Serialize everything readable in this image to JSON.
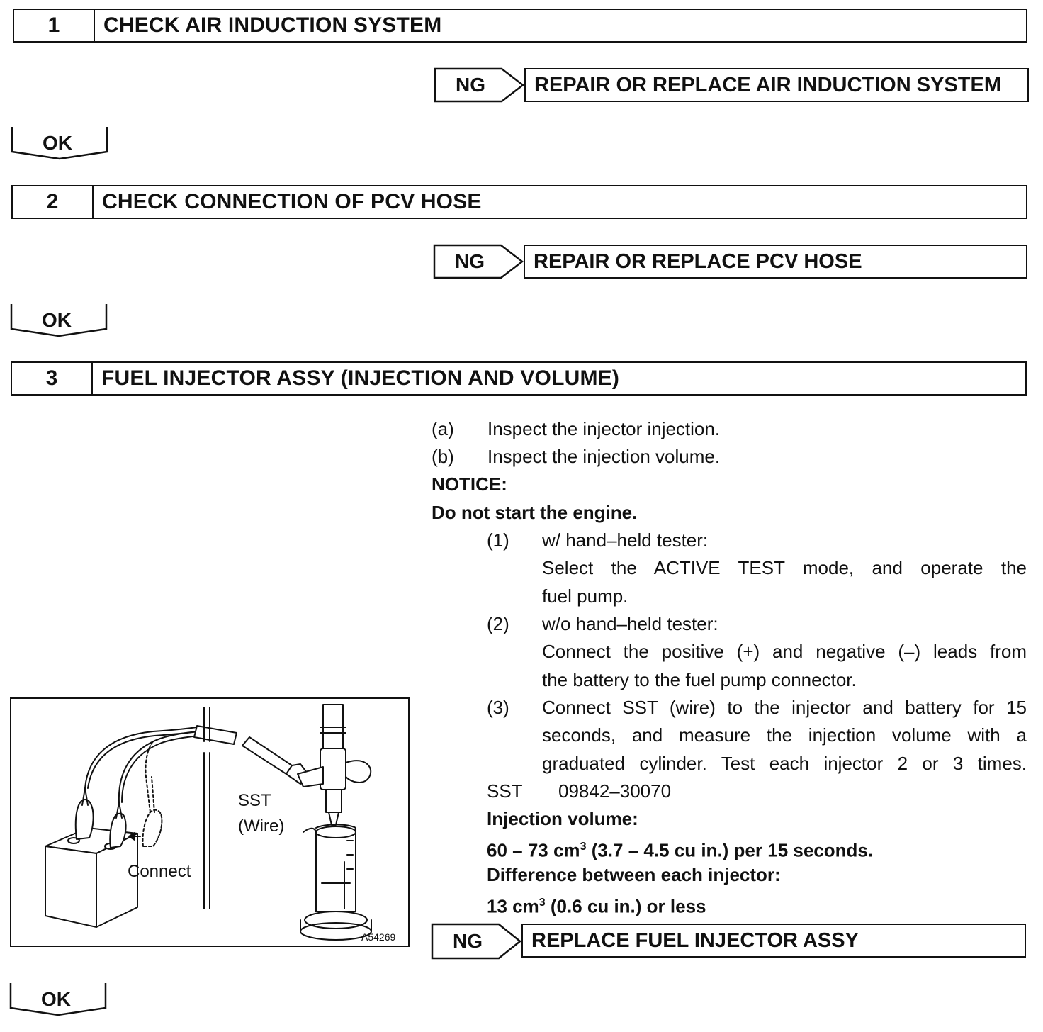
{
  "steps": [
    {
      "number": "1",
      "title": "CHECK AIR INDUCTION SYSTEM",
      "ng_label": "NG",
      "ng_action": "REPAIR OR REPLACE AIR INDUCTION SYSTEM",
      "ok_label": "OK"
    },
    {
      "number": "2",
      "title": "CHECK CONNECTION OF PCV HOSE",
      "ng_label": "NG",
      "ng_action": "REPAIR OR REPLACE PCV HOSE",
      "ok_label": "OK"
    },
    {
      "number": "3",
      "title": "FUEL INJECTOR ASSY  (INJECTION AND VOLUME)",
      "ng_label": "NG",
      "ng_action": "REPLACE FUEL INJECTOR ASSY",
      "ok_label": "OK"
    }
  ],
  "instructions": {
    "a_marker": "(a)",
    "a_text": "Inspect the injector injection.",
    "b_marker": "(b)",
    "b_text": "Inspect the injection volume.",
    "notice_label": "NOTICE:",
    "notice_text": "Do not start the engine.",
    "s1_marker": "(1)",
    "s1_line1": "w/ hand–held tester:",
    "s1_line2": "Select the ACTIVE TEST mode, and operate the",
    "s1_line3": "fuel pump.",
    "s2_marker": "(2)",
    "s2_line1": "w/o hand–held tester:",
    "s2_line2": "Connect the positive (+) and negative (–) leads from",
    "s2_line3": "the battery to the fuel pump connector.",
    "s3_marker": "(3)",
    "s3_line1": "Connect SST (wire) to the injector and battery for 15",
    "s3_line2": "seconds, and measure the injection volume with a",
    "s3_line3": "graduated cylinder. Test each injector 2 or 3 times.",
    "sst_label": "SST",
    "sst_number": "09842–30070",
    "volume_label": "Injection volume:",
    "volume_value_a": "60 – 73 cm",
    "volume_sup": "3",
    "volume_value_b": " (3.7 – 4.5 cu in.) per 15 seconds.",
    "difference_label": "Difference between each injector:",
    "difference_value_a": "13 cm",
    "difference_sup": "3",
    "difference_value_b": " (0.6 cu in.) or less"
  },
  "figure": {
    "sst_label": "SST",
    "wire_label": "(Wire)",
    "connect_label": "Connect",
    "code": "A54269"
  }
}
